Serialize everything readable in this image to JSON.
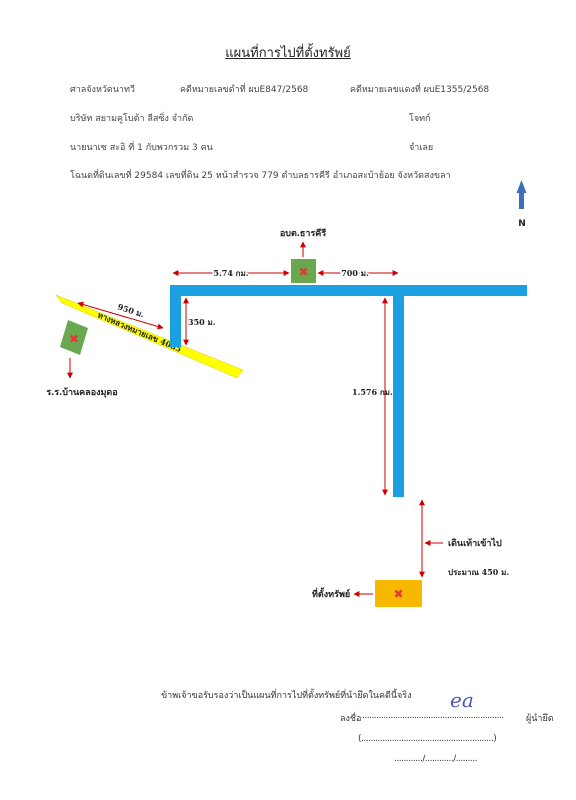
{
  "colors": {
    "road_blue": "#1ba1e2",
    "highway_yellow": "#ffff00",
    "marker_green": "#6aa84f",
    "target_orange": "#f9b800",
    "marker_x": "#e53935",
    "arrow_red": "#cc0000",
    "north_arrow": "#3b6fb6",
    "signature_ink": "#4a56b8"
  },
  "header": {
    "title": "แผนที่การไปที่ตั้งทรัพย์",
    "court": "ศาลจังหวัดนาทวี",
    "black_case": "คดีหมายเลขดำที่ ผบE847/2568",
    "red_case": "คดีหมายเลขแดงที่ ผบE1355/2568",
    "plaintiff": "บริษัท สยามคูโบต้า ลีสซิ่ง จำกัด",
    "plaintiff_role": "โจทก์",
    "defendant": "นายนาเซ สะอิ ที่ 1 กับพวกรวม 3 คน",
    "defendant_role": "จำเลย",
    "deed": "โฉนดที่ดินเลขที่  29584 เลขที่ดิน  25  หน้าสำรวจ  779  ตำบลธารคีรี  อำเภอสะบ้าย้อย  จังหวัดสงขลา"
  },
  "map": {
    "north": "N",
    "obt_label": "อบต.ธารคีรี",
    "school_label": "ร.ร.บ้านคลองมุดอ",
    "highway_label": "ทางหลวงหมายเลข 4085",
    "target_label": "ที่ตั้งทรัพย์",
    "dist_574": "5.74 กม.",
    "dist_700": "700 ม.",
    "dist_950": "950 ม.",
    "dist_350": "350 ม.",
    "dist_1576": "1.576 กม.",
    "walk_label": "เดินเท้าเข้าไป",
    "walk_dist": "ประมาณ 450 ม.",
    "marker_symbol": "✖"
  },
  "footer": {
    "certify": "ข้าพเจ้าขอรับรองว่าเป็นแผนที่การไปที่ตั้งทรัพย์ที่นำยึดในคดีนี้จริง",
    "sign_prefix": "ลงชื่อ",
    "sign_line": "............................................................",
    "sign_role": "ผู้นำยึด",
    "name_line": "(........................................................)",
    "date_line": "............/............/.........",
    "signature": "ea"
  }
}
